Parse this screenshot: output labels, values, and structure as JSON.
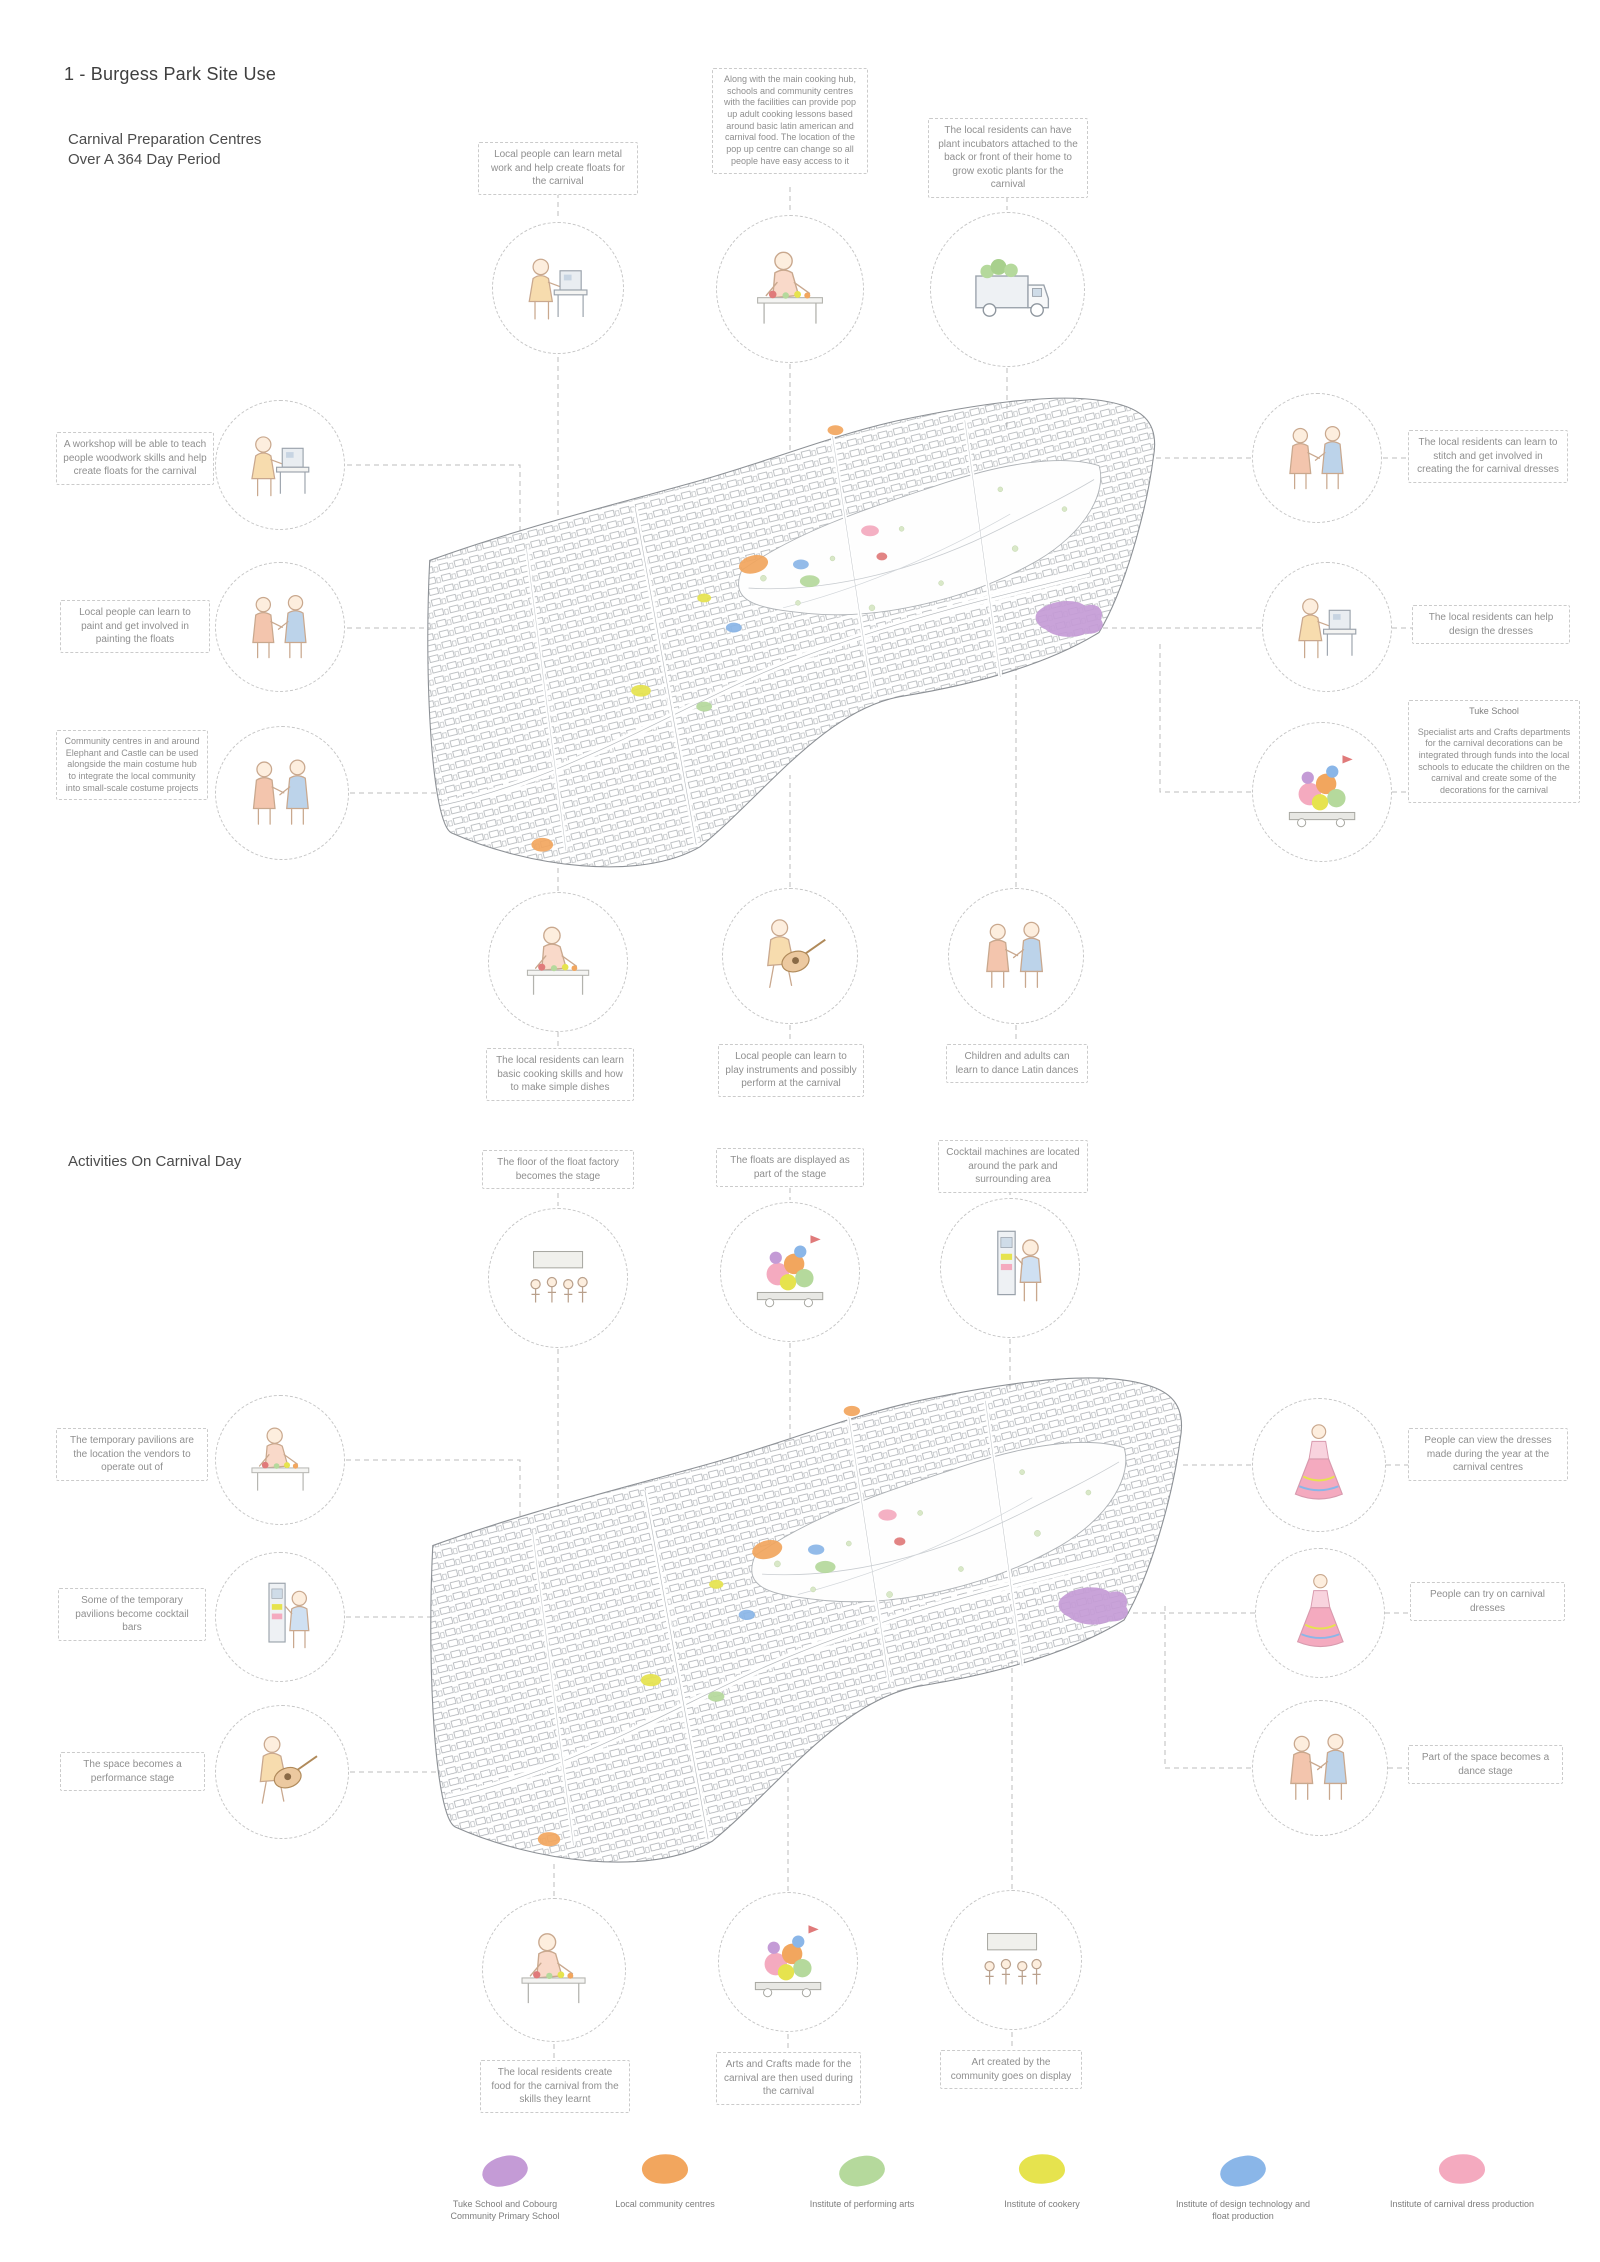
{
  "page": {
    "title": "1 - Burgess Park Site Use",
    "prep_heading_1": "Carnival Preparation Centres",
    "prep_heading_2": "Over A 364 Day Period",
    "day_heading": "Activities On Carnival Day"
  },
  "prep": {
    "top": [
      {
        "caption": "Local people can learn metal work and help create floats for the carnival",
        "icon": "metalwork-icon"
      },
      {
        "caption": "Along with the main cooking hub, schools and community centres with the facilities can provide pop up adult cooking lessons based around basic latin american and carnival food. The location of the pop up centre can change so all people have easy access to it",
        "icon": "cooking-lesson-icon"
      },
      {
        "caption": "The local residents can have plant incubators attached to the back or front of their home to grow exotic plants for the carnival",
        "icon": "plant-incubator-icon"
      }
    ],
    "left": [
      {
        "caption": "A workshop will be able to teach people woodwork skills and help create  floats for the carnival",
        "icon": "woodwork-icon"
      },
      {
        "caption": "Local people can learn to paint and get involved in painting the floats",
        "icon": "painting-icon"
      },
      {
        "caption": "Community centres in and around Elephant and Castle can be used alongside the main costume hub to integrate the local community into small-scale costume projects",
        "icon": "costume-project-icon"
      }
    ],
    "right": [
      {
        "caption": "The local residents can learn to stitch and get involved in creating the for carnival dresses",
        "icon": "stitching-icon"
      },
      {
        "caption": "The local residents can  help design the dresses",
        "icon": "dress-design-icon"
      },
      {
        "title": "Tuke School",
        "caption": "Specialist arts and Crafts departments for the carnival decorations can be integrated through funds into the local schools to educate the children on the carnival and create some of the decorations for the carnival",
        "icon": "carnival-decorations-icon"
      }
    ],
    "bottom": [
      {
        "caption": "The local residents can learn basic cooking skills and how to make simple dishes",
        "icon": "cooking-skills-icon"
      },
      {
        "caption": "Local people can learn to play instruments and possibly perform at the carnival",
        "icon": "instruments-icon"
      },
      {
        "caption": "Children and adults can learn to dance Latin dances",
        "icon": "latin-dance-icon"
      }
    ]
  },
  "day": {
    "top": [
      {
        "caption": "The floor of the float factory becomes the stage",
        "icon": "float-factory-stage-icon"
      },
      {
        "caption": "The floats are displayed as part of the stage",
        "icon": "floats-displayed-icon"
      },
      {
        "caption": "Cocktail machines are located around the park and surrounding area",
        "icon": "cocktail-machine-icon"
      }
    ],
    "left": [
      {
        "caption": "The temporary pavilions are the location the vendors to operate out of",
        "icon": "vendor-pavilion-icon"
      },
      {
        "caption": "Some of the temporary pavilions become cocktail bars",
        "icon": "cocktail-bar-icon"
      },
      {
        "caption": "The space becomes a performance stage",
        "icon": "performance-stage-icon"
      }
    ],
    "right": [
      {
        "caption": "People can view the dresses made during the year at the carnival centres",
        "icon": "view-dresses-icon"
      },
      {
        "caption": "People can try on carnival dresses",
        "icon": "try-dresses-icon"
      },
      {
        "caption": "Part of the space becomes a dance stage",
        "icon": "dance-stage-icon"
      }
    ],
    "bottom": [
      {
        "caption": "The local residents create food for the carnival from the skills they learnt",
        "icon": "carnival-food-icon"
      },
      {
        "caption": "Arts and Crafts made for the carnival are then used during the carnival",
        "icon": "crafts-used-icon"
      },
      {
        "caption": "Art created by the community goes on display",
        "icon": "art-display-icon"
      }
    ]
  },
  "legend": [
    {
      "label": "Tuke School and Cobourg Community Primary School",
      "color": "#c49bd6"
    },
    {
      "label": "Local community centres",
      "color": "#f2a65e"
    },
    {
      "label": "Institute of performing arts",
      "color": "#b5d99c"
    },
    {
      "label": "Institute of cookery",
      "color": "#e6e34e"
    },
    {
      "label": "Institute of design technology and float production",
      "color": "#8ab6e8"
    },
    {
      "label": "Institute of carnival dress production",
      "color": "#f4aabf"
    }
  ]
}
